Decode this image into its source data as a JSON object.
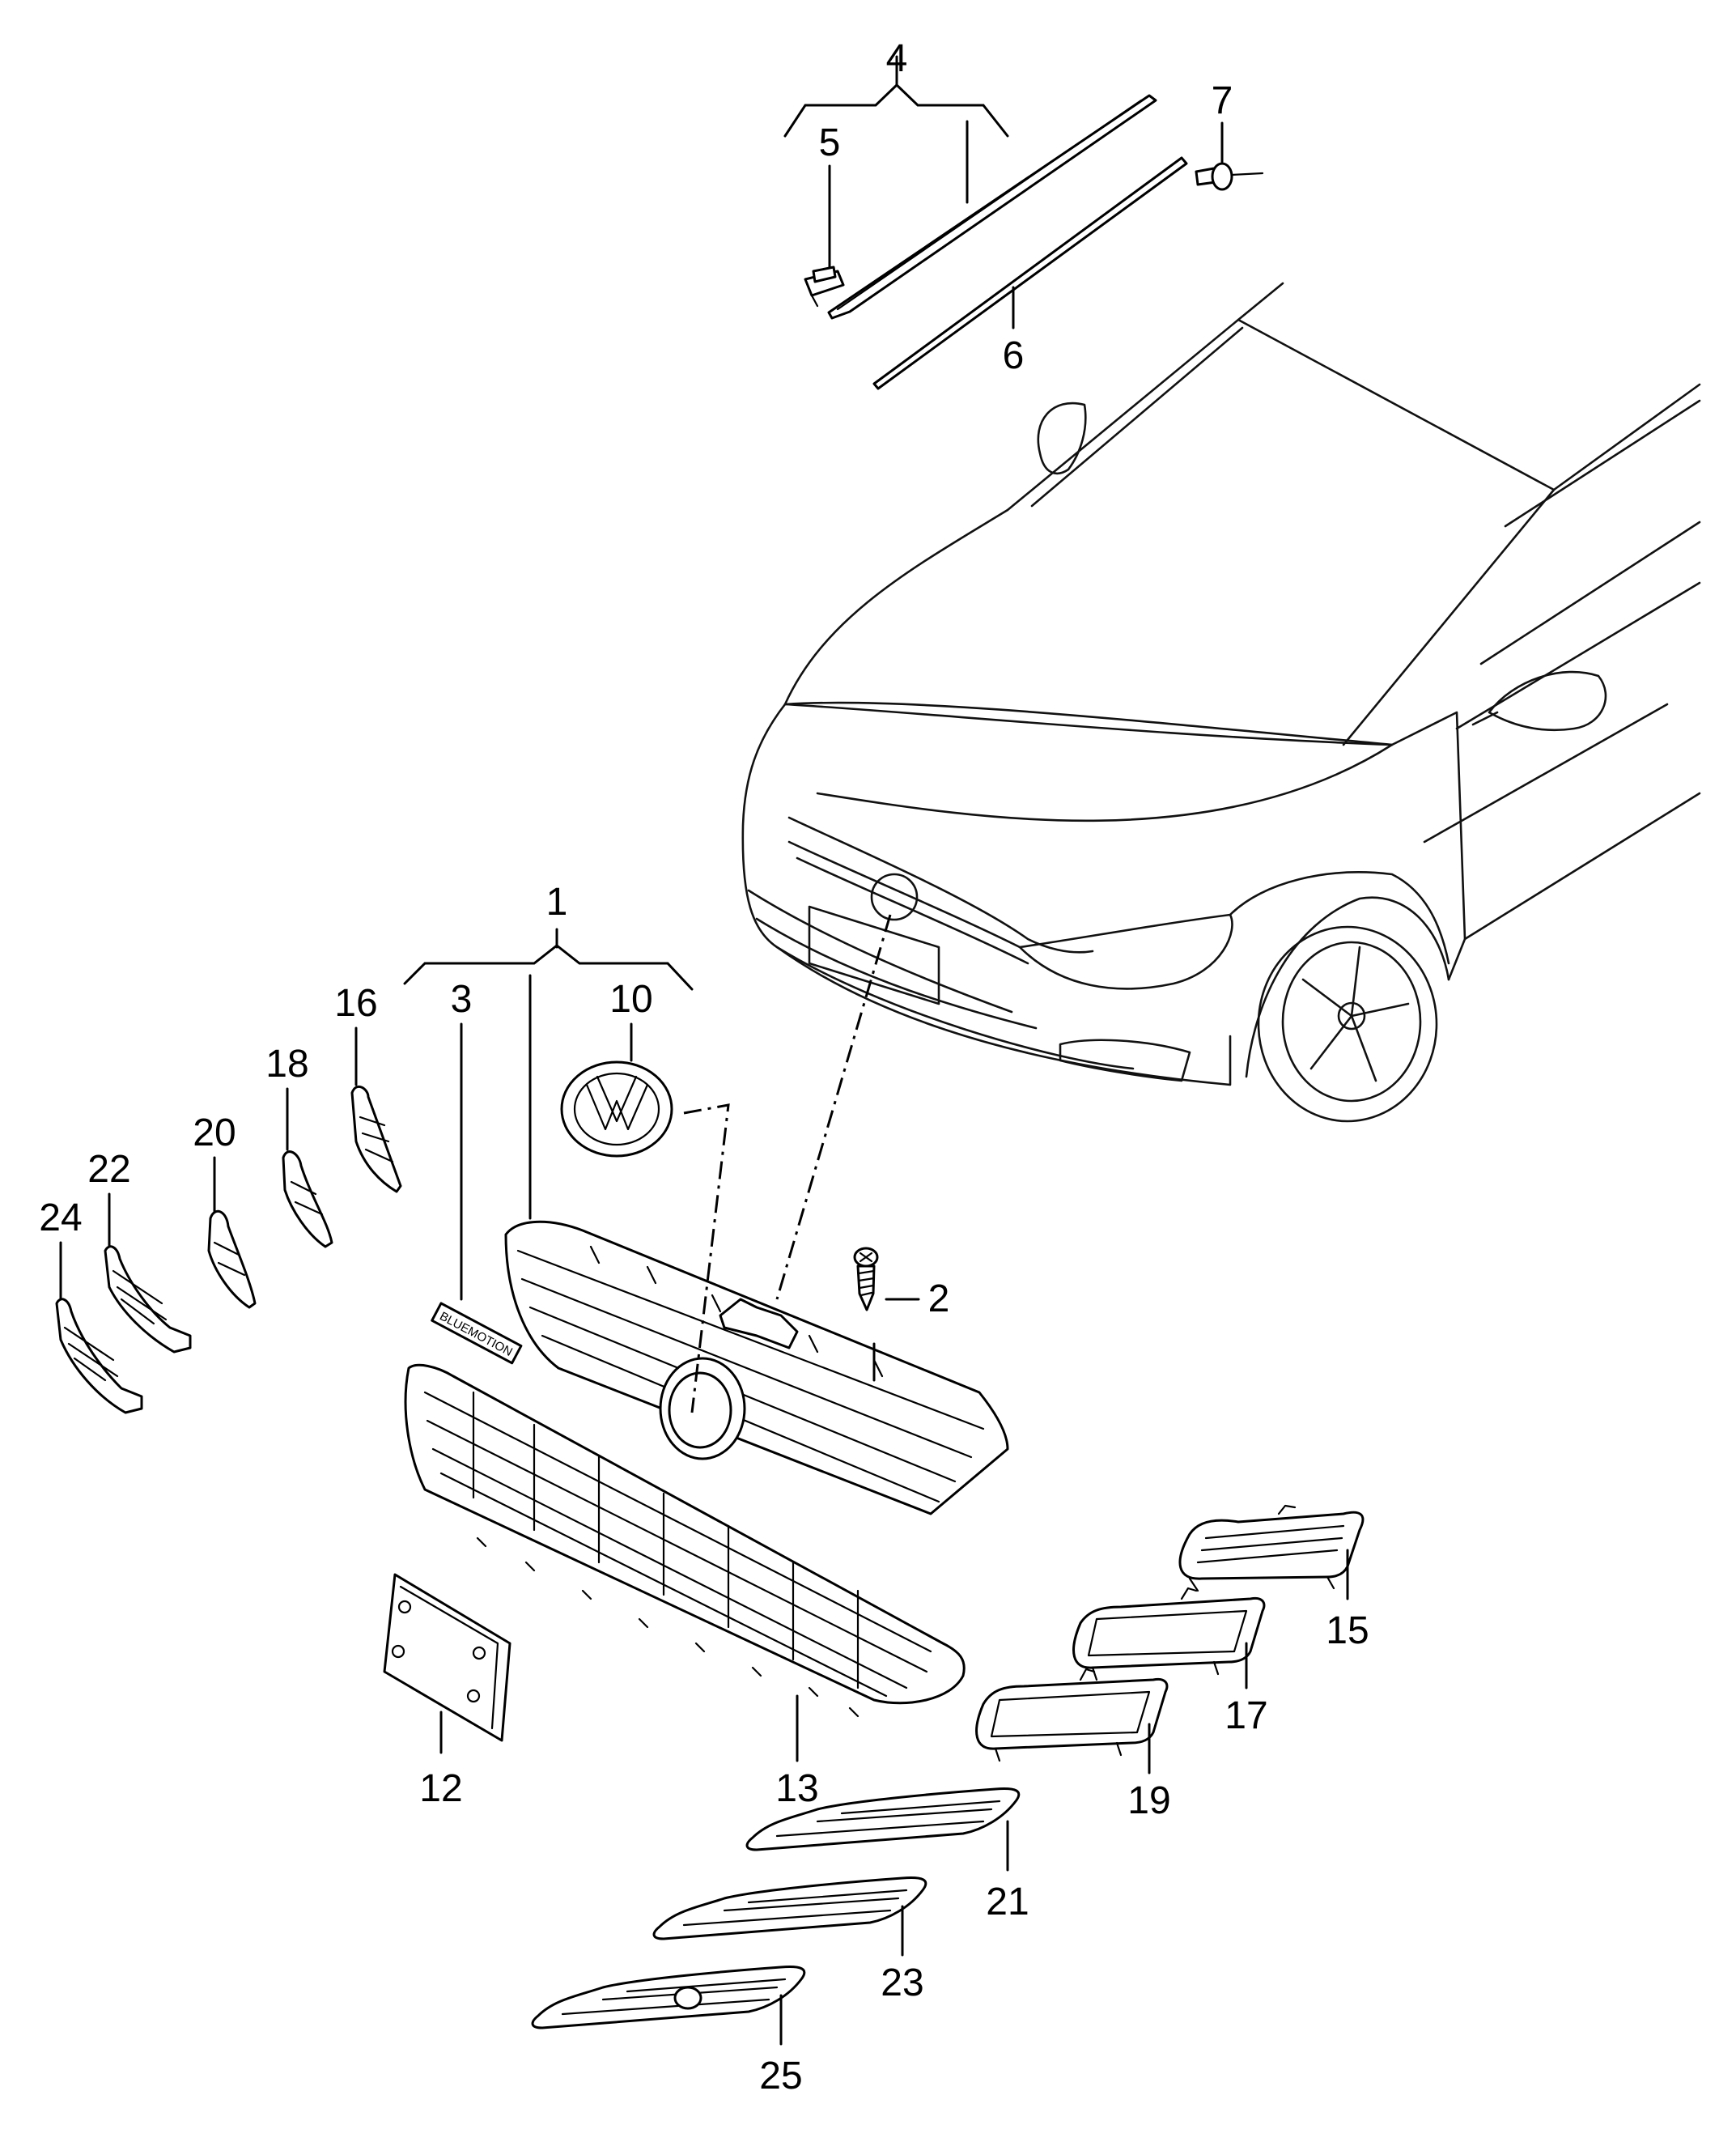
{
  "callouts": {
    "c1": "1",
    "c2": "2",
    "c3": "3",
    "c4": "4",
    "c5": "5",
    "c6": "6",
    "c7": "7",
    "c10": "10",
    "c12": "12",
    "c13": "13",
    "c15": "15",
    "c16": "16",
    "c17": "17",
    "c18": "18",
    "c19": "19",
    "c20": "20",
    "c21": "21",
    "c22": "22",
    "c23": "23",
    "c24": "24",
    "c25": "25"
  },
  "badge": {
    "text": "BLUEMOTION"
  },
  "colors": {
    "line": "#000000",
    "background": "#ffffff"
  }
}
